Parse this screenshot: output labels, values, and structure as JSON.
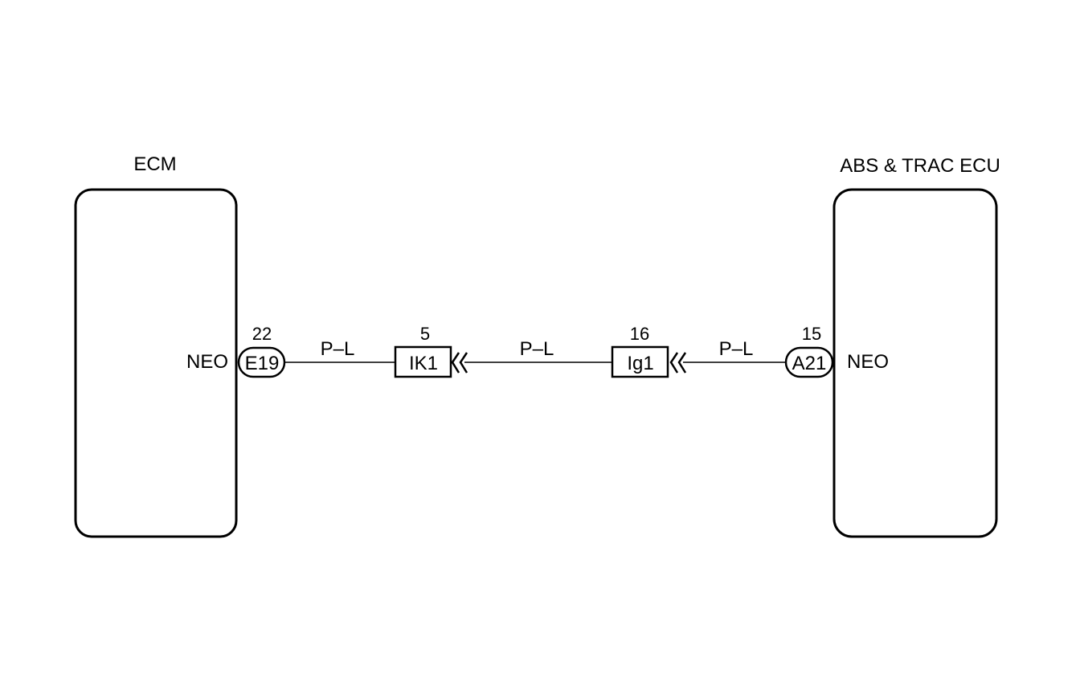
{
  "components": {
    "left": {
      "title": "ECM",
      "pin_label": "NEO"
    },
    "right": {
      "title": "ABS & TRAC ECU",
      "pin_label": "NEO"
    }
  },
  "connectors": {
    "ecm": {
      "id": "E19",
      "pin": "22"
    },
    "junction_1": {
      "id": "IK1",
      "pin": "5"
    },
    "junction_2": {
      "id": "Ig1",
      "pin": "16"
    },
    "abs": {
      "id": "A21",
      "pin": "15"
    }
  },
  "wires": [
    {
      "color_code": "P–L"
    },
    {
      "color_code": "P–L"
    },
    {
      "color_code": "P–L"
    }
  ]
}
